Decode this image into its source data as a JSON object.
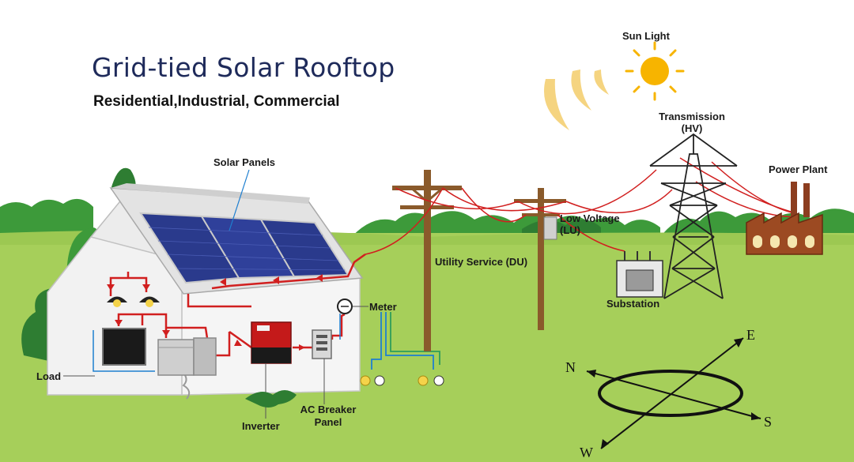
{
  "title": "Grid-tied Solar Rooftop",
  "subtitle": "Residential,Industrial, Commercial",
  "labels": {
    "sun_light": "Sun Light",
    "transmission_line1": "Transmission",
    "transmission_line2": "(HV)",
    "power_plant": "Power Plant",
    "solar_panels": "Solar Panels",
    "low_voltage_line1": "Low Voltage",
    "low_voltage_line2": "(LU)",
    "utility_service": "Utility Service (DU)",
    "substation": "Substation",
    "meter": "Meter",
    "load": "Load",
    "inverter": "Inverter",
    "ac_breaker_line1": "AC Breaker",
    "ac_breaker_line2": "Panel"
  },
  "compass": {
    "north": "N",
    "east": "E",
    "south": "S",
    "west": "W"
  },
  "colors": {
    "sky": "#ffffff",
    "grass": "#a6cf5a",
    "grass_dark": "#8fbf45",
    "trees": "#3d9a3a",
    "trees_dark": "#2e7d32",
    "house_wall": "#f2f2f2",
    "roof": "#e6e6e6",
    "panel": "#2a3a8c",
    "wire": "#d11f1f",
    "blue_wire": "#1e7fd0",
    "pole": "#8a5a2b",
    "tower": "#222222",
    "sun": "#f7b400",
    "factory": "#8c3d1f"
  }
}
